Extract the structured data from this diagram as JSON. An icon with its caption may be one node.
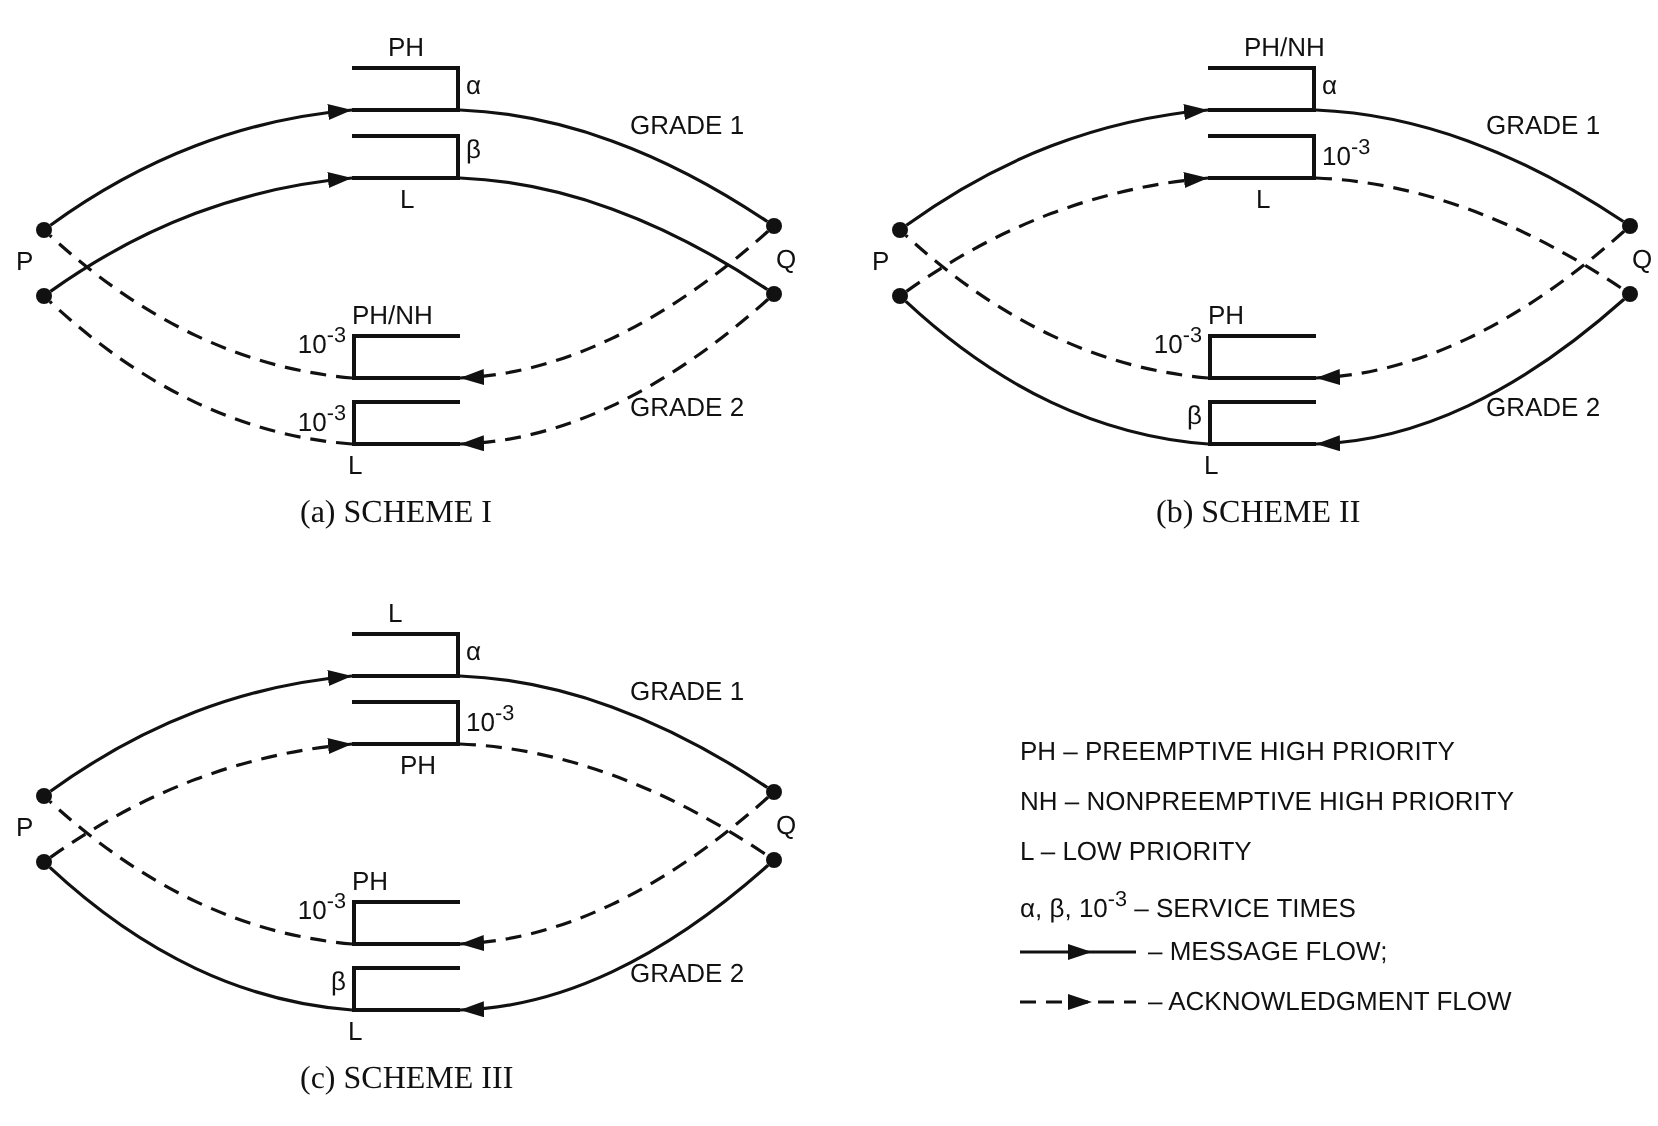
{
  "diagram": {
    "nodes": [
      {
        "text": [],
        "shape": "circle"
      },
      {
        "text": [],
        "shape": "circle"
      },
      {
        "text": [],
        "shape": "circle"
      },
      {
        "text": [],
        "shape": "circle"
      },
      {
        "text": [
          "PH",
          "α"
        ]
      },
      {
        "text": [
          "L",
          "β"
        ]
      },
      {
        "text": [
          "PH/NH",
          "10$^{-3}$"
        ]
      },
      {
        "text": [
          "L",
          "10$^{-3}$"
        ]
      },
      {
        "text": [],
        "shape": "circle"
      },
      {
        "text": [],
        "shape": "circle"
      },
      {
        "text": [],
        "shape": "circle"
      },
      {
        "text": [],
        "shape": "circle"
      },
      {
        "text": [
          "PH/NH",
          "α"
        ]
      },
      {
        "text": [
          "L",
          "10$^{-3}$"
        ]
      },
      {
        "text": [
          "PH",
          "10$^{-3}$"
        ]
      },
      {
        "text": [
          "L",
          "β"
        ]
      },
      {
        "text": [],
        "shape": "circle"
      },
      {
        "text": [],
        "shape": "circle"
      },
      {
        "text": [],
        "shape": "circle"
      },
      {
        "text": [],
        "shape": "circle"
      },
      {
        "text": [
          "L",
          "α"
        ]
      },
      {
        "text": [
          "PH",
          "10$^{-3}$"
        ]
      },
      {
        "text": [
          "PH",
          "10$^{-3}$"
        ]
      },
      {
        "text": [
          "L",
          "β"
        ]
      }
    ],
    "edges": [
      {
        "from": 0,
        "to": 4,
        "arrow": "to"
      },
      {
        "from": 4,
        "to": 2,
        "arrow": "none"
      },
      {
        "from": 1,
        "to": 5,
        "arrow": "to"
      },
      {
        "from": 5,
        "to": 3,
        "arrow": "none"
      },
      {
        "from": 2,
        "to": 6,
        "arrow": "to",
        "style": "dashed"
      },
      {
        "from": 6,
        "to": 0,
        "arrow": "none",
        "style": "dashed"
      },
      {
        "from": 3,
        "to": 7,
        "arrow": "to",
        "style": "dashed"
      },
      {
        "from": 7,
        "to": 1,
        "arrow": "none",
        "style": "dashed"
      },
      {
        "from": 8,
        "to": 12,
        "arrow": "to"
      },
      {
        "from": 12,
        "to": 10,
        "arrow": "none"
      },
      {
        "from": 9,
        "to": 13,
        "arrow": "to",
        "style": "dashed"
      },
      {
        "from": 13,
        "to": 11,
        "arrow": "none",
        "style": "dashed"
      },
      {
        "from": 10,
        "to": 14,
        "arrow": "to",
        "style": "dashed"
      },
      {
        "from": 14,
        "to": 8,
        "arrow": "none",
        "style": "dashed"
      },
      {
        "from": 11,
        "to": 15,
        "arrow": "to"
      },
      {
        "from": 15,
        "to": 9,
        "arrow": "none"
      },
      {
        "from": 16,
        "to": 20,
        "arrow": "to"
      },
      {
        "from": 20,
        "to": 18,
        "arrow": "none"
      },
      {
        "from": 17,
        "to": 21,
        "arrow": "to",
        "style": "dashed"
      },
      {
        "from": 21,
        "to": 19,
        "arrow": "none",
        "style": "dashed"
      },
      {
        "from": 18,
        "to": 22,
        "arrow": "to",
        "style": "dashed"
      },
      {
        "from": 22,
        "to": 16,
        "arrow": "none",
        "style": "dashed"
      },
      {
        "from": 19,
        "to": 23,
        "arrow": "to"
      },
      {
        "from": 23,
        "to": 17,
        "arrow": "none"
      }
    ],
    "labels": [
      "P",
      "Q",
      "GRADE 1",
      "GRADE 2",
      "(a) SCHEME I",
      "P",
      "Q",
      "GRADE 1",
      "GRADE 2",
      "(b) SCHEME II",
      "P",
      "Q",
      "GRADE 1",
      "GRADE 2",
      "(c) SCHEME III",
      "PH – PREEMPTIVE HIGH PRIORITY",
      "NH – NONPREEMPTIVE HIGH PRIORITY",
      "L – LOW PRIORITY",
      "α, β, 10$^{-3}$ – SERVICE TIMES"
    ],
    "legend": [
      {
        "text": "– MESSAGE FLOW;"
      },
      {
        "text": "– ACKNOWLEDGMENT FLOW"
      }
    ]
  }
}
